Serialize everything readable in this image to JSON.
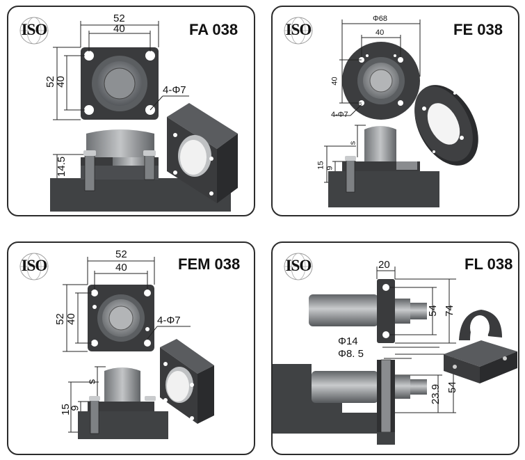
{
  "panels": [
    {
      "title": "FA 038",
      "logo": "ISO",
      "dims": {
        "outer_w": "52",
        "inner_w": "40",
        "outer_h": "52",
        "inner_h": "40",
        "holes": "4-Φ7",
        "depth": "14.5"
      }
    },
    {
      "title": "FE 038",
      "logo": "ISO",
      "dims": {
        "diameter": "Φ68",
        "inner_w": "40",
        "inner_h": "40",
        "holes": "4-Φ7",
        "s": "s",
        "h15": "15",
        "h9": "9"
      }
    },
    {
      "title": "FEM 038",
      "logo": "ISO",
      "dims": {
        "outer_w": "52",
        "inner_w": "40",
        "outer_h": "52",
        "inner_h": "40",
        "holes": "4-Φ7",
        "s": "s",
        "h15": "15",
        "h9": "9"
      }
    },
    {
      "title": "FL 038",
      "logo": "ISO",
      "dims": {
        "w20": "20",
        "h54": "54",
        "h74": "74",
        "d14": "Φ14",
        "d85": "Φ8. 5",
        "h239": "23.9",
        "h54b": "54"
      }
    }
  ]
}
